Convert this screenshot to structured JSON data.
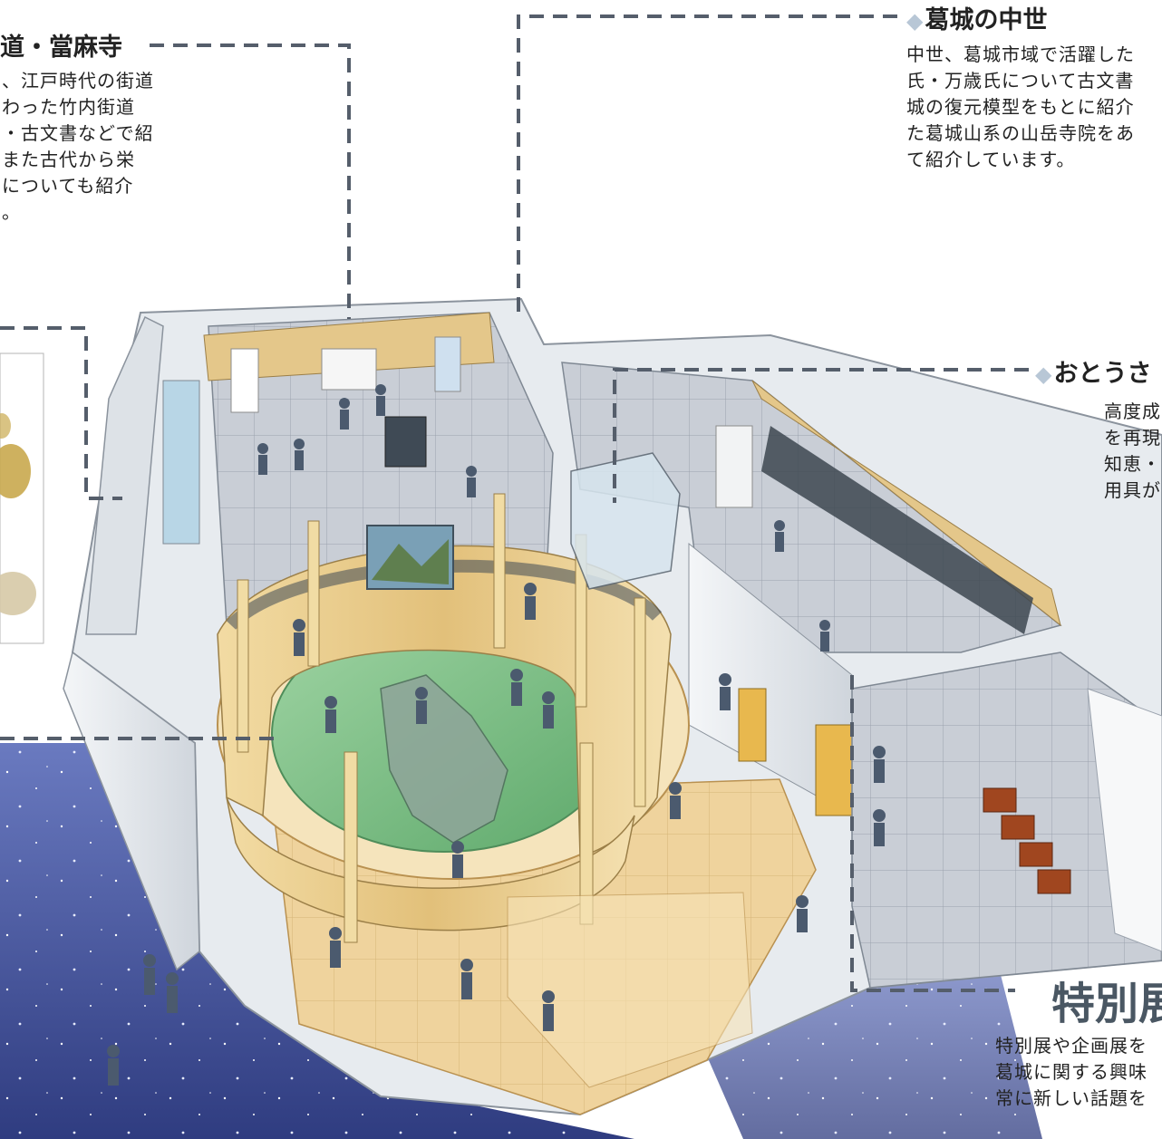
{
  "labels": {
    "kaido": {
      "title": "道・當麻寺",
      "lines": [
        "、江戸時代の街道",
        "わった竹内街道",
        "・古文書などで紹",
        "また古代から栄",
        "についても紹介",
        "。"
      ]
    },
    "chusei": {
      "title": "葛城の中世",
      "lines": [
        "中世、葛城市域で活躍した",
        "氏・万歳氏について古文書",
        "城の復元模型をもとに紹介",
        "た葛城山系の山岳寺院をあ",
        "て紹介しています。"
      ]
    },
    "otou": {
      "title": "おとうさ",
      "lines": [
        "高度成",
        "を再現",
        "知恵・",
        "用具が"
      ]
    },
    "tokubetsu": {
      "title": "特別展",
      "lines": [
        "特別展や企画展を",
        "葛城に関する興味",
        "常に新しい話題を"
      ]
    }
  },
  "colors": {
    "dash": "#555e6b",
    "diamond": "#b8c7d6",
    "wood": "#e6c98a",
    "floor_green": "#7fbf8a",
    "night_sky": "#3a4a8c"
  }
}
